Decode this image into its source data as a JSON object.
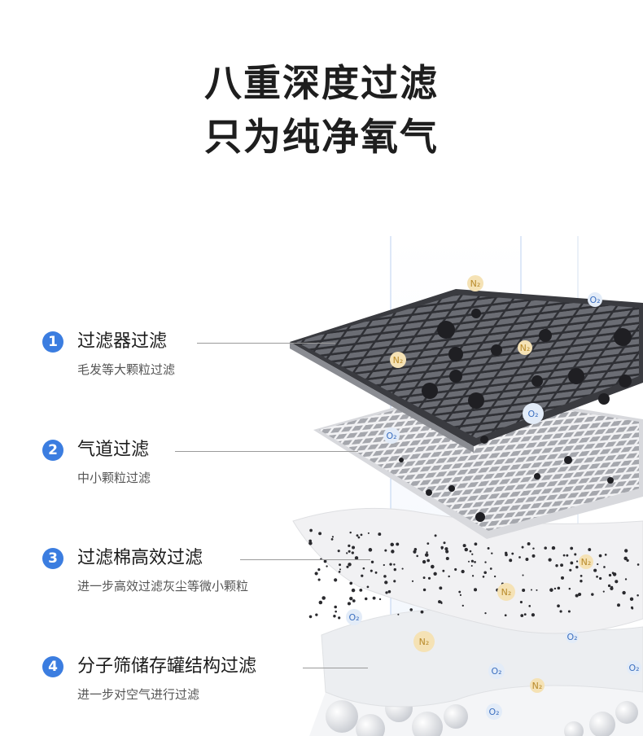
{
  "header": {
    "title_line1": "八重深度过滤",
    "title_line2": "只为纯净氧气"
  },
  "items": [
    {
      "number": "1",
      "title": "过滤器过滤",
      "subtitle": "毛发等大颗粒过滤"
    },
    {
      "number": "2",
      "title": "气道过滤",
      "subtitle": "中小颗粒过滤"
    },
    {
      "number": "3",
      "title": "过滤棉高效过滤",
      "subtitle": "进一步高效过滤灰尘等微小颗粒"
    },
    {
      "number": "4",
      "title": "分子筛储存罐结构过滤",
      "subtitle": "进一步对空气进行过滤"
    }
  ],
  "molecules": {
    "o2": "O₂",
    "n2": "N₂"
  },
  "colors": {
    "accent": "#3b7de0",
    "grid_dark": "#5f6168",
    "grid_light": "#a8aab0"
  }
}
